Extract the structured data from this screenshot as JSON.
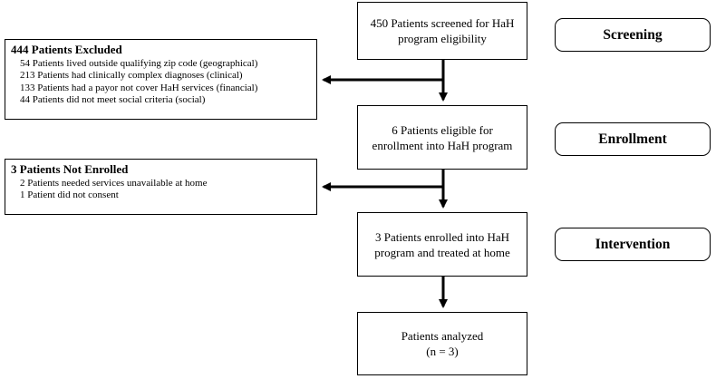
{
  "flow": {
    "screened": "450 Patients screened for HaH program eligibility",
    "eligible": "6 Patients eligible for enrollment into HaH program",
    "enrolled": "3 Patients enrolled into HaH program and treated at home",
    "analyzed_line1": "Patients analyzed",
    "analyzed_line2": "(n = 3)"
  },
  "excluded": {
    "title": "444 Patients Excluded",
    "items": [
      "54 Patients lived outside qualifying zip code (geographical)",
      "213 Patients had clinically complex diagnoses (clinical)",
      "133 Patients had a payor not cover HaH services (financial)",
      "44 Patients did not meet social criteria (social)"
    ]
  },
  "not_enrolled": {
    "title": "3 Patients Not Enrolled",
    "items": [
      "2 Patients needed services unavailable at home",
      "1 Patient did not consent"
    ]
  },
  "stages": {
    "screening": "Screening",
    "enrollment": "Enrollment",
    "intervention": "Intervention"
  }
}
